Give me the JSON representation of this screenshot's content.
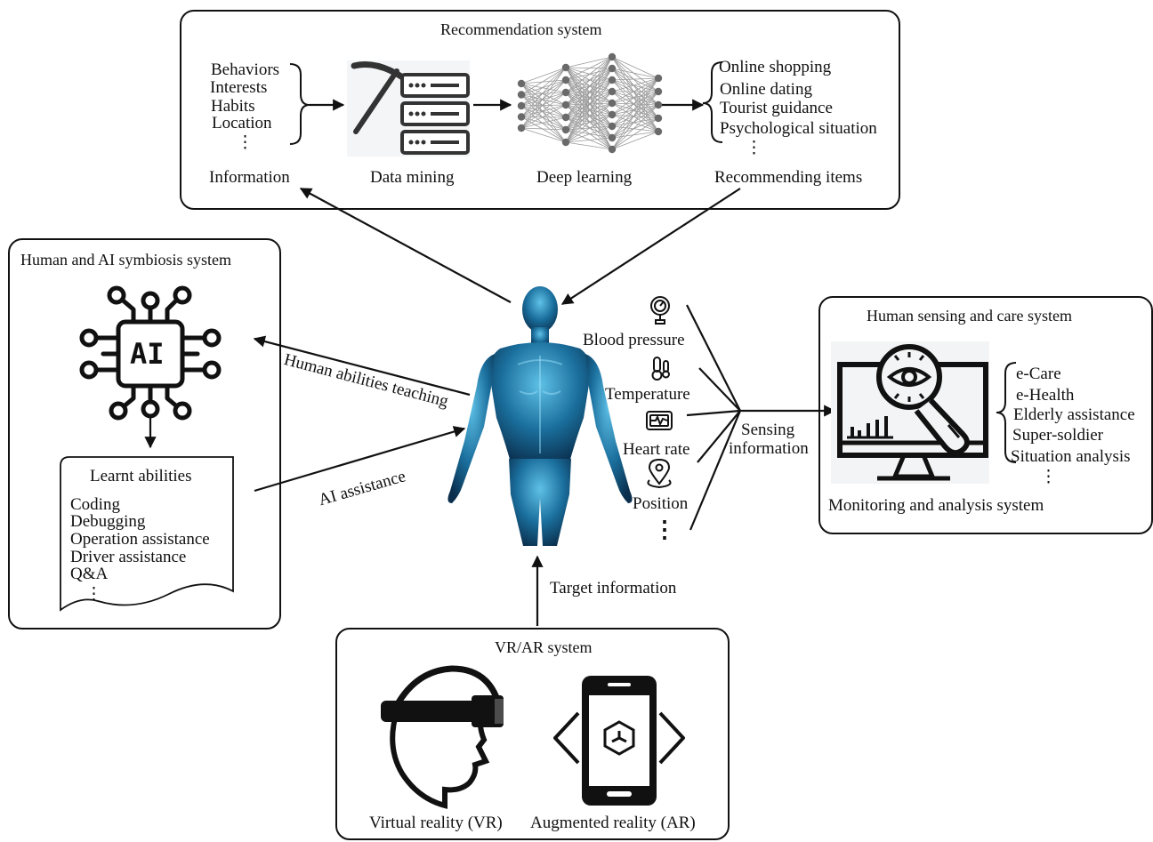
{
  "recommendation": {
    "title": "Recommendation system",
    "info_items": [
      "Behaviors",
      "Interests",
      "Habits",
      "Location"
    ],
    "info_label": "Information",
    "mining_label": "Data mining",
    "deep_label": "Deep learning",
    "rec_items": [
      "Online shopping",
      "Online dating",
      "Tourist guidance",
      "Psychological situation"
    ],
    "rec_label": "Recommending items"
  },
  "symbiosis": {
    "title": "Human and AI symbiosis system",
    "ai_text": "AI",
    "doc_title": "Learnt abilities",
    "abilities": [
      "Coding",
      "Debugging",
      "Operation assistance",
      "Driver assistance",
      "Q&A"
    ]
  },
  "center": {
    "teaching_label": "Human abilities teaching",
    "assist_label": "AI assistance",
    "target_label": "Target information",
    "sensors": [
      "Blood pressure",
      "Temperature",
      "Heart rate",
      "Position"
    ],
    "sensing_label": [
      "Sensing",
      "information"
    ]
  },
  "sensing": {
    "title": "Human sensing and care system",
    "items": [
      "e-Care",
      "e-Health",
      "Elderly assistance",
      "Super-soldier",
      "Situation analysis"
    ],
    "monitor_label": "Monitoring and analysis system"
  },
  "vrar": {
    "title": "VR/AR system",
    "vr_label": "Virtual reality (VR)",
    "ar_label": "Augmented reality (AR)"
  },
  "ellipsis": "⋮"
}
